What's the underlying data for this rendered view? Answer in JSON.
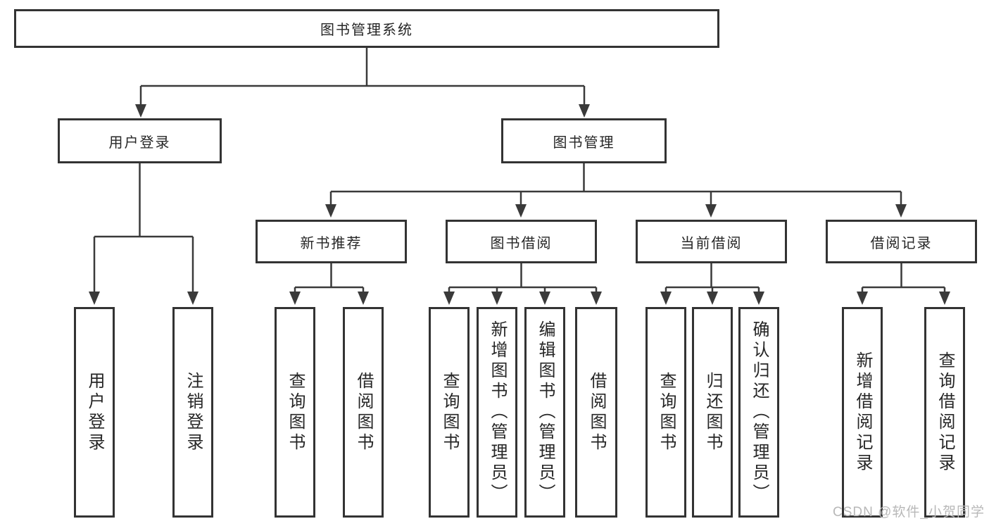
{
  "tree": {
    "root": "图书管理系统",
    "branches": [
      {
        "label": "用户登录",
        "leaves": [
          "用户登录",
          "注销登录"
        ]
      },
      {
        "label": "图书管理",
        "groups": [
          {
            "label": "新书推荐",
            "leaves": [
              "查询图书",
              "借阅图书"
            ]
          },
          {
            "label": "图书借阅",
            "leaves": [
              "查询图书",
              "新增图书（管理员）",
              "编辑图书（管理员）",
              "借阅图书"
            ]
          },
          {
            "label": "当前借阅",
            "leaves": [
              "查询图书",
              "归还图书",
              "确认归还（管理员）"
            ]
          },
          {
            "label": "借阅记录",
            "leaves": [
              "新增借阅记录",
              "查询借阅记录"
            ]
          }
        ]
      }
    ]
  },
  "watermark": "CSDN @软件_小贺同学",
  "colors": {
    "line": "#3a3a3a",
    "box_border": "#333333",
    "box_fill": "#ffffff",
    "text": "#262626",
    "watermark": "#b8b8b8"
  }
}
